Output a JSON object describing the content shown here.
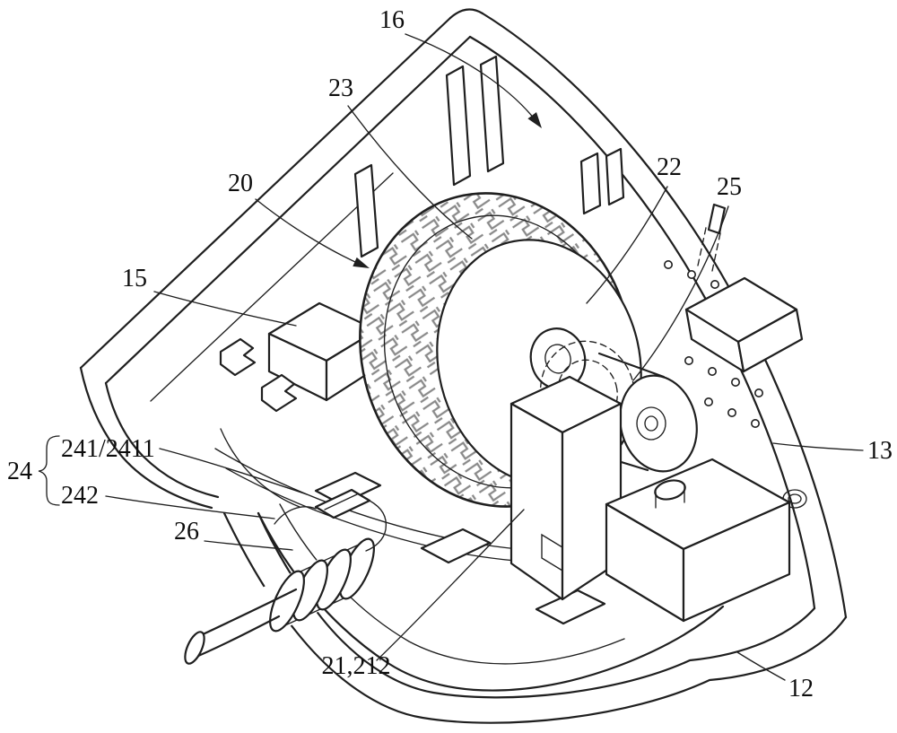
{
  "labels": {
    "l16": "16",
    "l23": "23",
    "l20": "20",
    "l15": "15",
    "l22": "22",
    "l25": "25",
    "l13": "13",
    "l24": "24",
    "l241": "241/2411",
    "l242": "242",
    "l26": "26",
    "l21": "21,212",
    "l12": "12"
  },
  "colors": {
    "line": "#1f1f1f",
    "tread": "#8a8a8a",
    "background": "#ffffff"
  }
}
